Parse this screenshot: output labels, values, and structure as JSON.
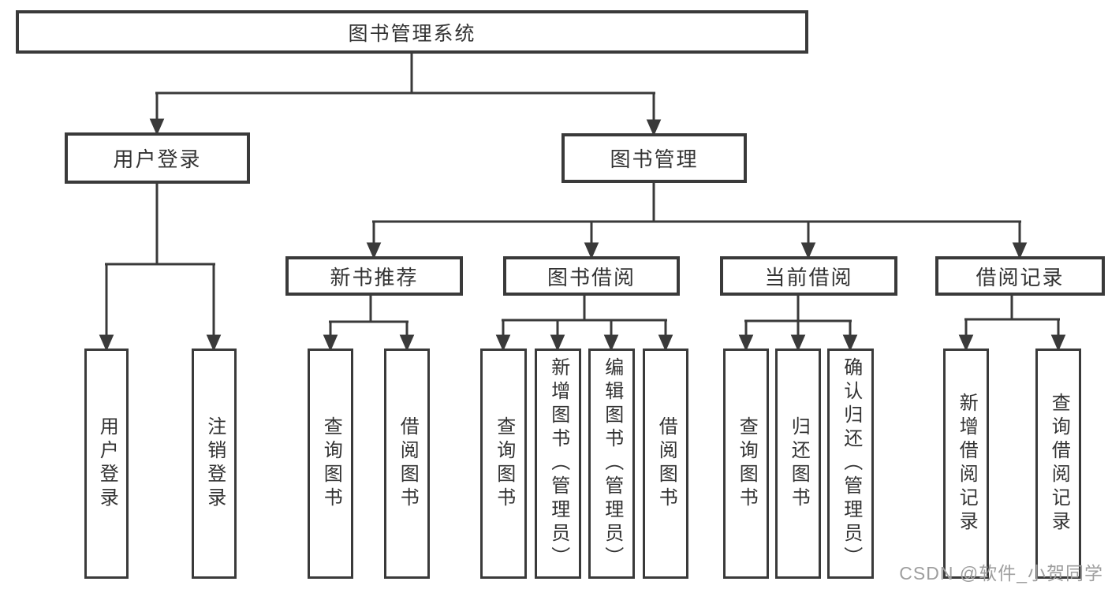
{
  "watermark": "CSDN @软件_小贺同学",
  "colors": {
    "line": "#3a3a3a",
    "text": "#333333",
    "watermark": "#9e9e9e",
    "background": "#ffffff"
  },
  "tree": {
    "root": "图书管理系统",
    "branches": [
      {
        "label": "用户登录",
        "children": [
          "用户登录",
          "注销登录"
        ]
      },
      {
        "label": "图书管理",
        "children": [
          {
            "label": "新书推荐",
            "children": [
              "查询图书",
              "借阅图书"
            ]
          },
          {
            "label": "图书借阅",
            "children": [
              "查询图书",
              "新增图书（管理员）",
              "编辑图书（管理员）",
              "借阅图书"
            ]
          },
          {
            "label": "当前借阅",
            "children": [
              "查询图书",
              "归还图书",
              "确认归还（管理员）"
            ]
          },
          {
            "label": "借阅记录",
            "children": [
              "新增借阅记录",
              "查询借阅记录"
            ]
          }
        ]
      }
    ]
  }
}
